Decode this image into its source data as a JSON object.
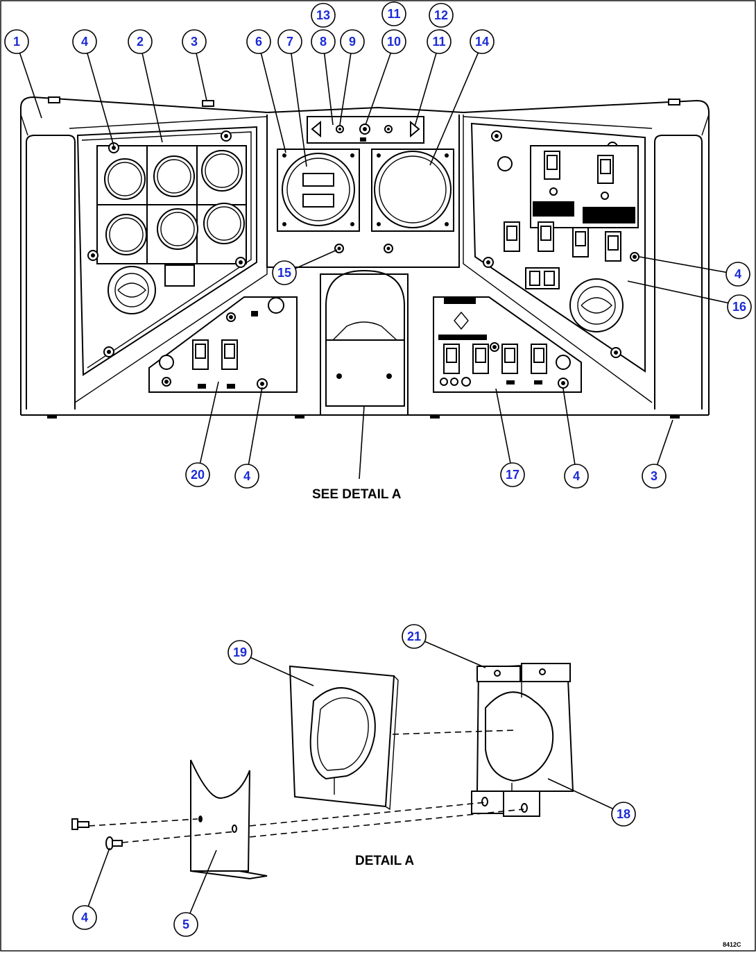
{
  "drawing": {
    "caption_main": "SEE DETAIL A",
    "caption_detail": "DETAIL A",
    "drawing_code": "8412C"
  },
  "callouts": [
    {
      "id": "c1-a",
      "label": "1"
    },
    {
      "id": "c4-a",
      "label": "4"
    },
    {
      "id": "c2-a",
      "label": "2"
    },
    {
      "id": "c3-a",
      "label": "3"
    },
    {
      "id": "c6-a",
      "label": "6"
    },
    {
      "id": "c7-a",
      "label": "7"
    },
    {
      "id": "c8-a",
      "label": "8"
    },
    {
      "id": "c9-a",
      "label": "9"
    },
    {
      "id": "c10-a",
      "label": "10"
    },
    {
      "id": "c11-a",
      "label": "11"
    },
    {
      "id": "c14-a",
      "label": "14"
    },
    {
      "id": "c13-a",
      "label": "13"
    },
    {
      "id": "c11-b",
      "label": "11"
    },
    {
      "id": "c12-a",
      "label": "12"
    },
    {
      "id": "c15-a",
      "label": "15"
    },
    {
      "id": "c4-b",
      "label": "4"
    },
    {
      "id": "c16-a",
      "label": "16"
    },
    {
      "id": "c20-a",
      "label": "20"
    },
    {
      "id": "c4-c",
      "label": "4"
    },
    {
      "id": "c17-a",
      "label": "17"
    },
    {
      "id": "c4-d",
      "label": "4"
    },
    {
      "id": "c3-b",
      "label": "3"
    },
    {
      "id": "c19-a",
      "label": "19"
    },
    {
      "id": "c21-a",
      "label": "21"
    },
    {
      "id": "c18-a",
      "label": "18"
    },
    {
      "id": "c4-e",
      "label": "4"
    },
    {
      "id": "c5-a",
      "label": "5"
    }
  ]
}
